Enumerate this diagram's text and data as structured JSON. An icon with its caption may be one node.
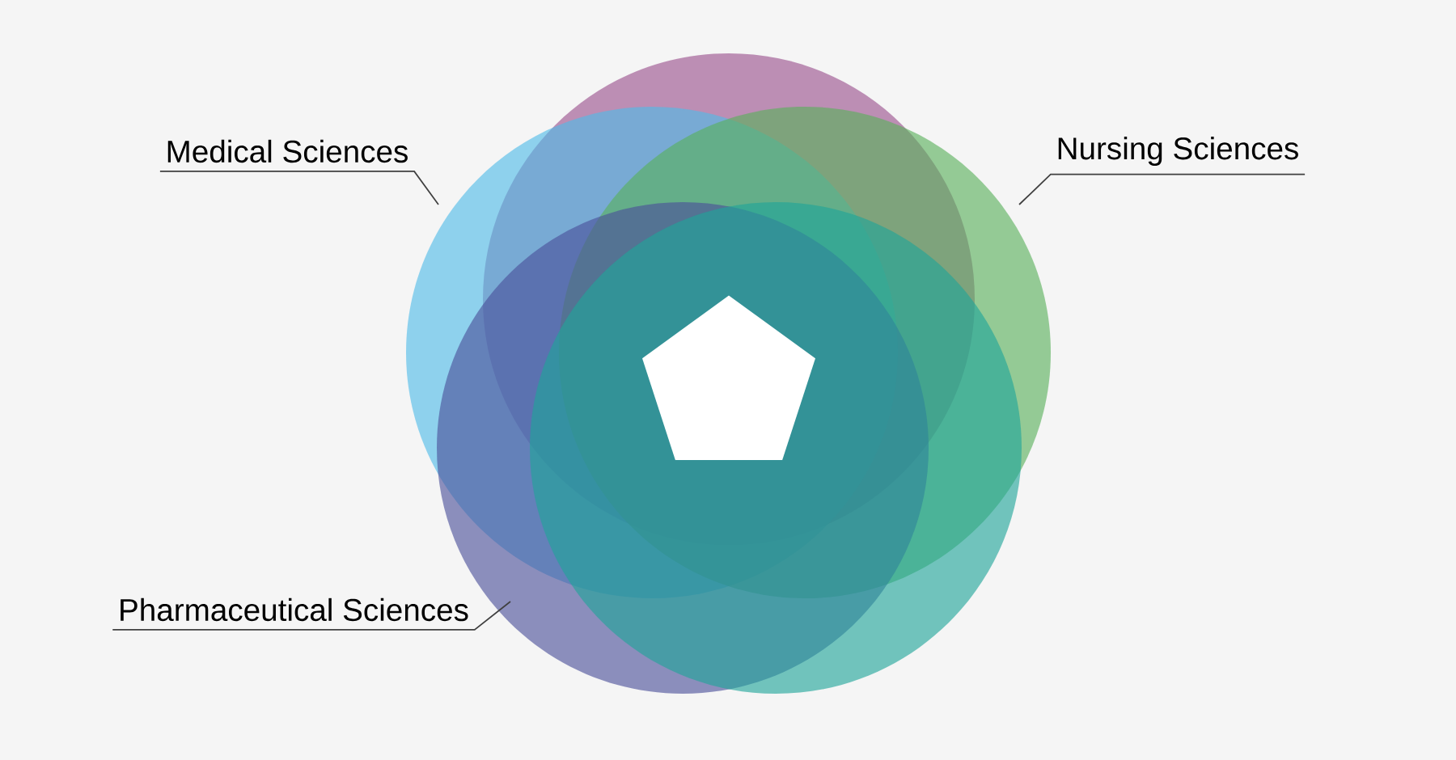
{
  "diagram": {
    "nodes": [
      {
        "text": [
          "Medical Sciences"
        ]
      },
      {
        "text": [
          "Nursing Sciences"
        ]
      },
      {
        "text": [
          "Pharmaceutical Sciences"
        ]
      }
    ],
    "edges": [
      {
        "from": 0,
        "to": null,
        "arrow": "none"
      },
      {
        "from": 1,
        "to": null,
        "arrow": "none"
      },
      {
        "from": 2,
        "to": null,
        "arrow": "none"
      }
    ]
  }
}
